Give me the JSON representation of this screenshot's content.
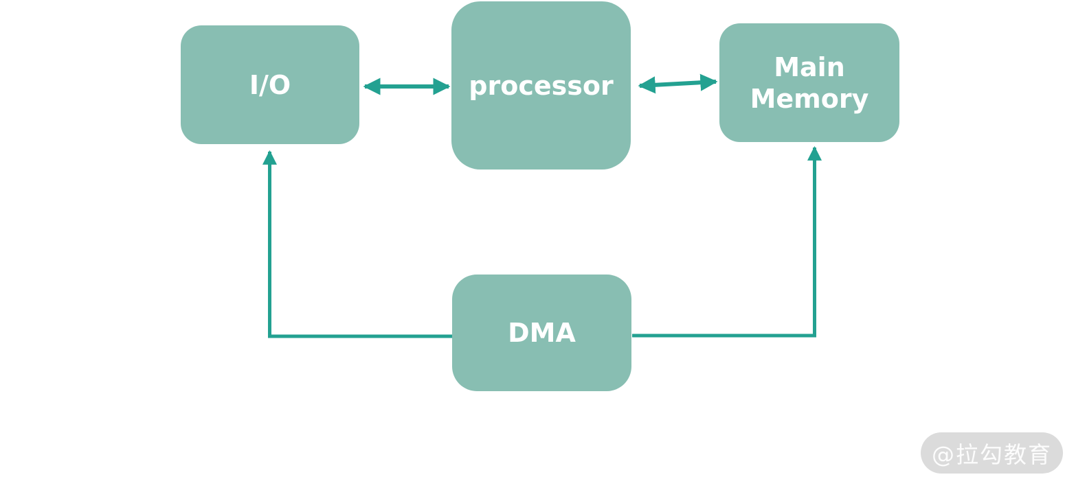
{
  "diagram": {
    "nodes": [
      {
        "id": "io",
        "label": "I/O"
      },
      {
        "id": "processor",
        "label": "processor"
      },
      {
        "id": "main_memory",
        "label": "Main Memory"
      },
      {
        "id": "dma",
        "label": "DMA"
      }
    ],
    "edges": [
      {
        "from": "io",
        "to": "processor",
        "type": "bidirectional-arrow"
      },
      {
        "from": "processor",
        "to": "main_memory",
        "type": "bidirectional-arrow"
      },
      {
        "from": "dma",
        "to": "io",
        "type": "arrow",
        "route": "left-then-up"
      },
      {
        "from": "dma",
        "to": "main_memory",
        "type": "arrow",
        "route": "right-then-up"
      }
    ],
    "colors": {
      "node_fill": "#88beb2",
      "node_text": "#ffffff",
      "connector": "#23a191"
    }
  },
  "watermark": {
    "label": "@拉勾教育",
    "background": "#dbdbdb",
    "text_color": "#ffffff"
  }
}
